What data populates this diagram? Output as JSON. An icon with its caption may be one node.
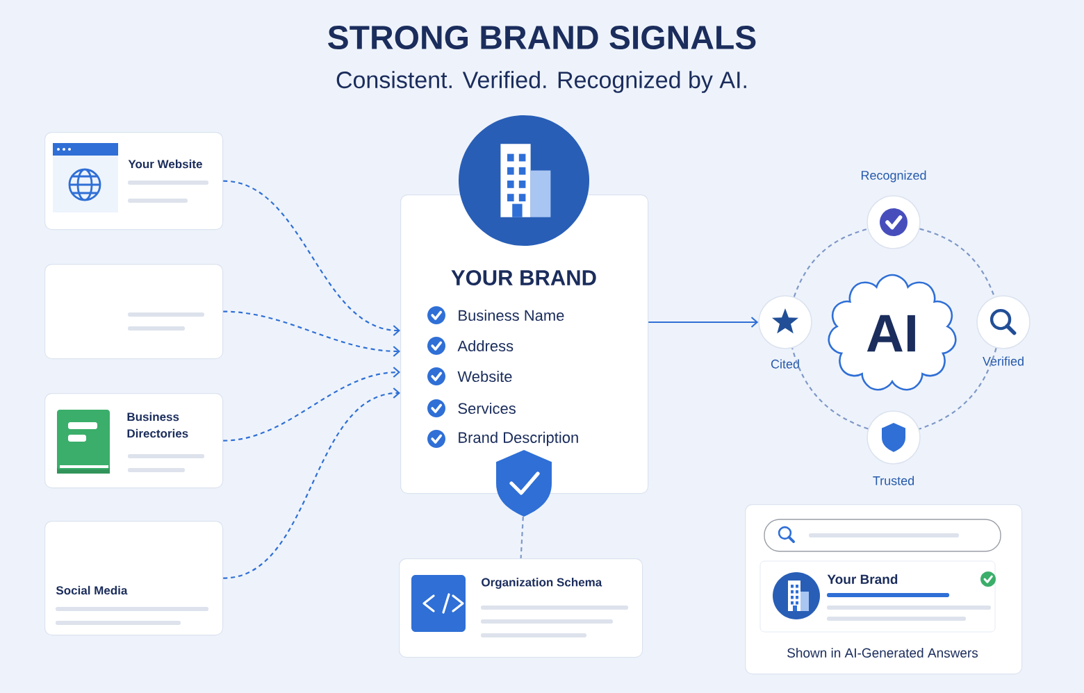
{
  "diagram": {
    "title": "STRONG BRAND SIGNALS",
    "nodes": [
      {
        "text": [
          "Your Website"
        ]
      },
      {
        "text": [],
        "shape": "box"
      },
      {
        "text": [
          "Business Directories"
        ]
      },
      {
        "text": [
          "Social Media"
        ]
      },
      {
        "text": [
          "YOUR BRAND",
          "Business Name",
          "Address",
          "Website",
          "Services",
          "Brand Description"
        ]
      },
      {
        "text": [
          "Organization Schema"
        ]
      },
      {
        "text": [
          "AI"
        ]
      },
      {
        "text": [],
        "shape": "circle",
        "beside": [
          "Recognized"
        ]
      },
      {
        "text": [],
        "shape": "circle",
        "beside": [
          "Cited"
        ]
      },
      {
        "text": [],
        "shape": "circle",
        "beside": [
          "Verified"
        ]
      },
      {
        "text": [],
        "shape": "circle",
        "beside": [
          "Trusted"
        ]
      },
      {
        "text": [
          "Your Brand",
          "Shown in AI-Generated Answers"
        ]
      }
    ],
    "edges": [
      {
        "from": 0,
        "to": 4,
        "arrow": "to",
        "style": "dashed"
      },
      {
        "from": 1,
        "to": 4,
        "arrow": "to",
        "style": "dashed"
      },
      {
        "from": 2,
        "to": 4,
        "arrow": "to",
        "style": "dashed"
      },
      {
        "from": 3,
        "to": 4,
        "arrow": "to",
        "style": "dashed"
      },
      {
        "from": 4,
        "to": 8,
        "arrow": "to"
      },
      {
        "from": 4,
        "to": 5,
        "arrow": "none",
        "style": "dashed",
        "color": "#7f98c8"
      },
      {
        "from": 7,
        "to": 9,
        "arrow": "none",
        "style": "dashed",
        "color": "#7f98c8"
      },
      {
        "from": 9,
        "to": 10,
        "arrow": "none",
        "style": "dashed",
        "color": "#7f98c8"
      },
      {
        "from": 10,
        "to": 8,
        "arrow": "none",
        "style": "dashed",
        "color": "#7f98c8"
      },
      {
        "from": 8,
        "to": 7,
        "arrow": "none",
        "style": "dashed",
        "color": "#7f98c8"
      }
    ],
    "labels": [
      "Consistent. Verified. Recognized by AI."
    ]
  }
}
